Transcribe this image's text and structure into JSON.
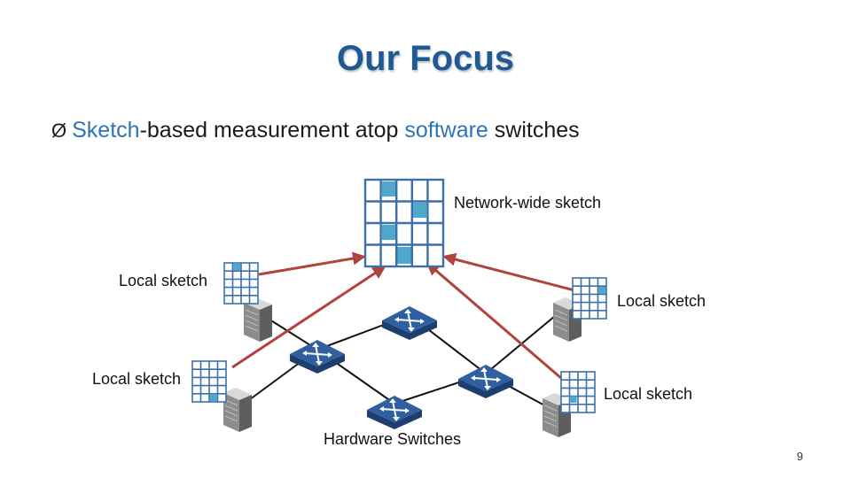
{
  "slide": {
    "title": "Our Focus",
    "bullet": {
      "marker": "Ø",
      "parts": {
        "w1": "Sketch",
        "w2": "-based measurement atop ",
        "w3": "software",
        "w4": " switches"
      }
    },
    "labels": {
      "network_wide": "Network-wide sketch",
      "local_top_left": "Local sketch",
      "local_right_top": "Local sketch",
      "local_bottom_left": "Local sketch",
      "local_right_bottom": "Local sketch",
      "hardware_switches": "Hardware Switches"
    },
    "page_number": "9"
  },
  "colors": {
    "title": "#1f5a94",
    "highlight": "#2e74b5",
    "grid_line": "#3d6fa8",
    "grid_fill": "#4fa8cc",
    "arrow": "#b0433d",
    "link": "#111111",
    "switch": "#2f5f9e"
  }
}
